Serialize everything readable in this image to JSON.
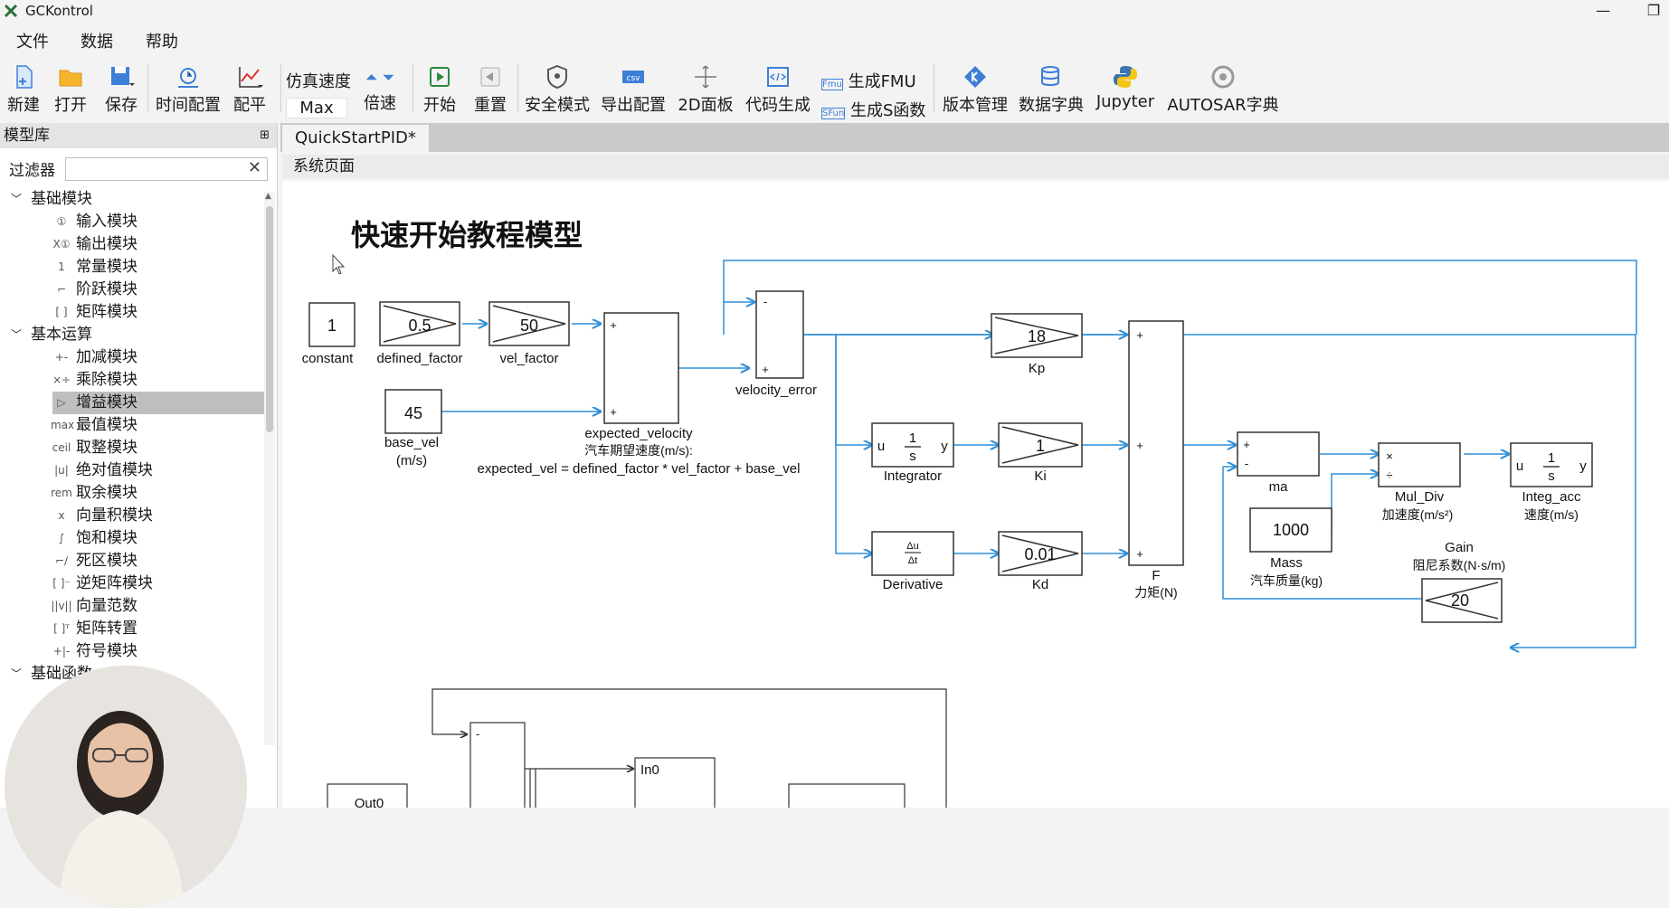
{
  "window": {
    "title": "GCKontrol",
    "minimize": "—",
    "restore": "❐"
  },
  "menu": [
    "文件",
    "数据",
    "帮助"
  ],
  "toolbar": {
    "new": "新建",
    "open": "打开",
    "save": "保存",
    "time_config": "时间配置",
    "trim": "配平",
    "sim_speed": "仿真速度",
    "speed_value": "Max",
    "multiplier": "倍速",
    "start": "开始",
    "reset": "重置",
    "safe_mode": "安全模式",
    "export_config": "导出配置",
    "panel_2d": "2D面板",
    "code_gen": "代码生成",
    "gen_fmu": "生成FMU",
    "gen_sfunc": "生成S函数",
    "version": "版本管理",
    "data_dict": "数据字典",
    "jupyter": "Jupyter",
    "autosar": "AUTOSAR字典",
    "icon_csv": "csv",
    "icon_fmu": "Fmu",
    "icon_sfun": "SFun"
  },
  "library": {
    "title": "模型库",
    "pin": "⊞",
    "filter_label": "过滤器",
    "filter_value": "",
    "clear": "✕",
    "categories": [
      {
        "name": "基础模块",
        "items": [
          {
            "icon": "①",
            "label": "输入模块"
          },
          {
            "icon": "X①",
            "label": "输出模块"
          },
          {
            "icon": "1",
            "label": "常量模块"
          },
          {
            "icon": "⌐",
            "label": "阶跃模块"
          },
          {
            "icon": "[ ]",
            "label": "矩阵模块"
          }
        ]
      },
      {
        "name": "基本运算",
        "items": [
          {
            "icon": "+-",
            "label": "加减模块"
          },
          {
            "icon": "×÷",
            "label": "乘除模块"
          },
          {
            "icon": "▷",
            "label": "增益模块",
            "selected": true
          },
          {
            "icon": "max",
            "label": "最值模块"
          },
          {
            "icon": "ceil",
            "label": "取整模块"
          },
          {
            "icon": "|u|",
            "label": "绝对值模块"
          },
          {
            "icon": "rem",
            "label": "取余模块"
          },
          {
            "icon": "x",
            "label": "向量积模块"
          },
          {
            "icon": "∫",
            "label": "饱和模块"
          },
          {
            "icon": "⌐∕",
            "label": "死区模块"
          },
          {
            "icon": "[ ]⁻",
            "label": "逆矩阵模块"
          },
          {
            "icon": "||v||",
            "label": "向量范数"
          },
          {
            "icon": "[ ]ᵀ",
            "label": "矩阵转置"
          },
          {
            "icon": "+|-",
            "label": "符号模块"
          }
        ]
      },
      {
        "name": "基础函数",
        "items": []
      }
    ]
  },
  "tab": {
    "label": "QuickStartPID*"
  },
  "breadcrumb": "系统页面",
  "diagram": {
    "title": "快速开始教程模型",
    "constant": {
      "value": "1",
      "label": "constant"
    },
    "defined_factor": {
      "value": "0.5",
      "label": "defined_factor"
    },
    "vel_factor": {
      "value": "50",
      "label": "vel_factor"
    },
    "base_vel": {
      "value": "45",
      "label": "base_vel",
      "unit": "(m/s)"
    },
    "expected_velocity": {
      "label": "expected_velocity",
      "desc": "汽车期望速度(m/s):",
      "formula": "expected_vel = defined_factor * vel_factor + base_vel"
    },
    "velocity_error": {
      "label": "velocity_error"
    },
    "kp": {
      "value": "18",
      "label": "Kp"
    },
    "integrator": {
      "label": "Integrator",
      "u": "u",
      "y": "y",
      "num": "1",
      "den": "s"
    },
    "ki": {
      "value": "1",
      "label": "Ki"
    },
    "derivative": {
      "label": "Derivative",
      "num": "Δu",
      "den": "Δt"
    },
    "kd": {
      "value": "0.01",
      "label": "Kd"
    },
    "force": {
      "label": "F",
      "desc": "力矩(N)"
    },
    "ma": {
      "label": "ma"
    },
    "mass": {
      "value": "1000",
      "label": "Mass",
      "desc": "汽车质量(kg)"
    },
    "mul_div": {
      "label": "Mul_Div",
      "desc": "加速度(m/s²)",
      "times": "×",
      "div": "÷"
    },
    "integ_acc": {
      "label": "Integ_acc",
      "desc": "速度(m/s)",
      "u": "u",
      "y": "y",
      "num": "1",
      "den": "s"
    },
    "gain": {
      "value": "20",
      "label": "Gain",
      "desc": "阻尼系数(N·s/m)"
    },
    "plus": "+",
    "minus": "-",
    "lower": {
      "in0": "In0",
      "out0": "Out0"
    }
  }
}
